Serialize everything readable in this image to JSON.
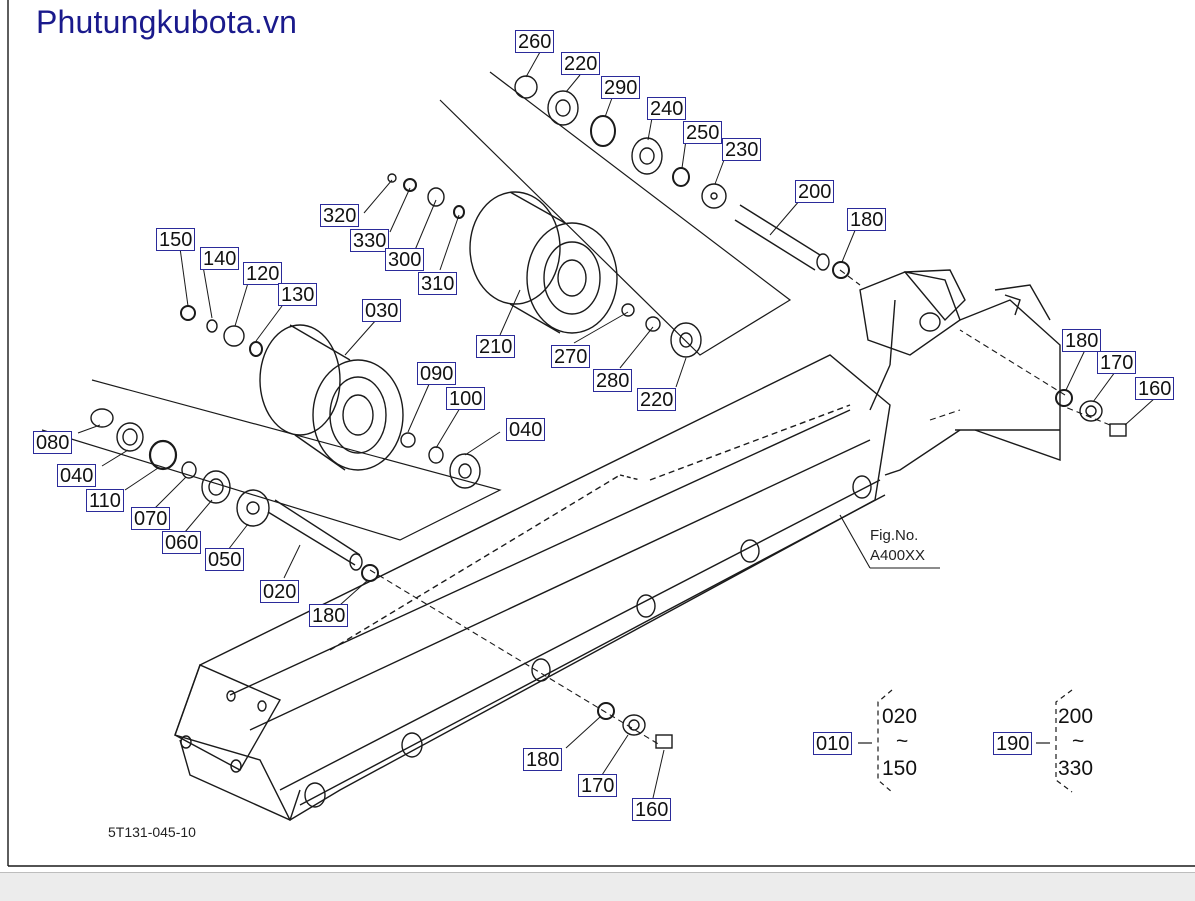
{
  "watermark": "Phutungkubota.vn",
  "figure": {
    "code": "5T131-045-10",
    "fig_no_label": "Fig.No.",
    "fig_no_value": "A400XX"
  },
  "callouts": [
    {
      "id": "260",
      "label": "260"
    },
    {
      "id": "220a",
      "label": "220"
    },
    {
      "id": "290",
      "label": "290"
    },
    {
      "id": "240",
      "label": "240"
    },
    {
      "id": "250",
      "label": "250"
    },
    {
      "id": "230",
      "label": "230"
    },
    {
      "id": "200",
      "label": "200"
    },
    {
      "id": "180a",
      "label": "180"
    },
    {
      "id": "320",
      "label": "320"
    },
    {
      "id": "330",
      "label": "330"
    },
    {
      "id": "300",
      "label": "300"
    },
    {
      "id": "310",
      "label": "310"
    },
    {
      "id": "210",
      "label": "210"
    },
    {
      "id": "270",
      "label": "270"
    },
    {
      "id": "280",
      "label": "280"
    },
    {
      "id": "220b",
      "label": "220"
    },
    {
      "id": "150",
      "label": "150"
    },
    {
      "id": "140",
      "label": "140"
    },
    {
      "id": "120",
      "label": "120"
    },
    {
      "id": "130",
      "label": "130"
    },
    {
      "id": "030",
      "label": "030"
    },
    {
      "id": "090",
      "label": "090"
    },
    {
      "id": "100",
      "label": "100"
    },
    {
      "id": "040a",
      "label": "040"
    },
    {
      "id": "080",
      "label": "080"
    },
    {
      "id": "040b",
      "label": "040"
    },
    {
      "id": "110",
      "label": "110"
    },
    {
      "id": "070",
      "label": "070"
    },
    {
      "id": "060",
      "label": "060"
    },
    {
      "id": "050",
      "label": "050"
    },
    {
      "id": "020",
      "label": "020"
    },
    {
      "id": "180b",
      "label": "180"
    },
    {
      "id": "180c",
      "label": "180"
    },
    {
      "id": "170a",
      "label": "170"
    },
    {
      "id": "160a",
      "label": "160"
    },
    {
      "id": "180d",
      "label": "180"
    },
    {
      "id": "170b",
      "label": "170"
    },
    {
      "id": "160b",
      "label": "160"
    },
    {
      "id": "010",
      "label": "010"
    },
    {
      "id": "190",
      "label": "190"
    }
  ],
  "ranges": [
    {
      "id": "range-010",
      "from": "020",
      "tilde": "~",
      "to": "150"
    },
    {
      "id": "range-190",
      "from": "200",
      "tilde": "~",
      "to": "330"
    }
  ]
}
